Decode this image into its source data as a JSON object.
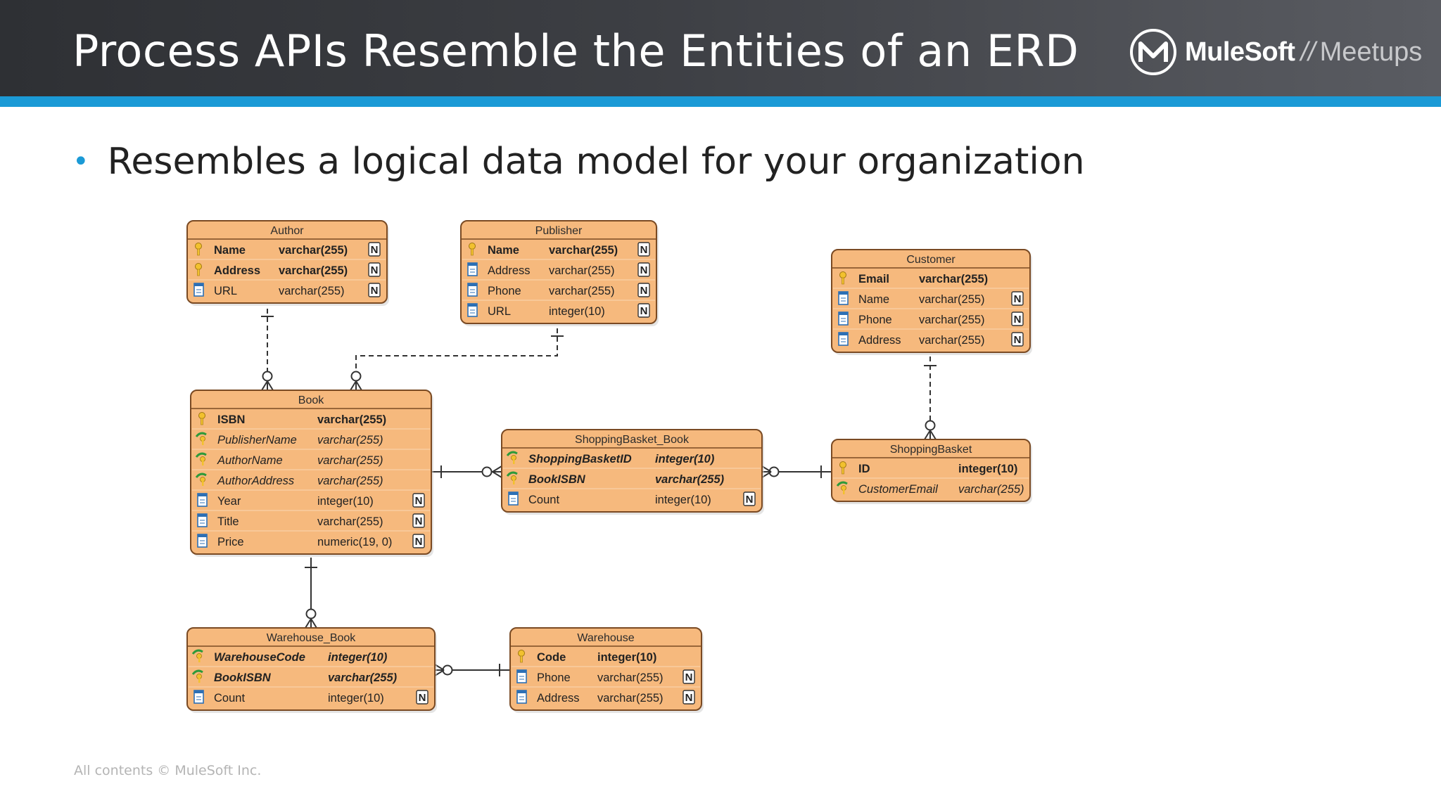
{
  "slide": {
    "title": "Process APIs Resemble the Entities of an ERD",
    "logo": {
      "brand": "MuleSoft",
      "separator": "//",
      "sub": "Meetups",
      "icon": "mulesoft-m-icon"
    },
    "bullet": "Resembles a logical data model for your organization",
    "footer": "All contents © MuleSoft Inc.",
    "colors": {
      "header": "#35373b",
      "accent": "#1b9ad6",
      "entity_fill": "#f6b97d",
      "entity_stroke": "#7a4a23"
    }
  },
  "erd": {
    "entities": [
      {
        "name": "Author",
        "columns": [
          {
            "kind": "pk",
            "name": "Name",
            "type": "varchar(255)",
            "nullable": true
          },
          {
            "kind": "pk",
            "name": "Address",
            "type": "varchar(255)",
            "nullable": true
          },
          {
            "kind": "col",
            "name": "URL",
            "type": "varchar(255)",
            "nullable": true
          }
        ]
      },
      {
        "name": "Publisher",
        "columns": [
          {
            "kind": "pk",
            "name": "Name",
            "type": "varchar(255)",
            "nullable": true
          },
          {
            "kind": "col",
            "name": "Address",
            "type": "varchar(255)",
            "nullable": true
          },
          {
            "kind": "col",
            "name": "Phone",
            "type": "varchar(255)",
            "nullable": true
          },
          {
            "kind": "col",
            "name": "URL",
            "type": "integer(10)",
            "nullable": true
          }
        ]
      },
      {
        "name": "Customer",
        "columns": [
          {
            "kind": "pk",
            "name": "Email",
            "type": "varchar(255)",
            "nullable": false
          },
          {
            "kind": "col",
            "name": "Name",
            "type": "varchar(255)",
            "nullable": true
          },
          {
            "kind": "col",
            "name": "Phone",
            "type": "varchar(255)",
            "nullable": true
          },
          {
            "kind": "col",
            "name": "Address",
            "type": "varchar(255)",
            "nullable": true
          }
        ]
      },
      {
        "name": "Book",
        "columns": [
          {
            "kind": "pk",
            "name": "ISBN",
            "type": "varchar(255)",
            "nullable": false
          },
          {
            "kind": "fk",
            "name": "PublisherName",
            "type": "varchar(255)",
            "nullable": false
          },
          {
            "kind": "fk",
            "name": "AuthorName",
            "type": "varchar(255)",
            "nullable": false
          },
          {
            "kind": "fk",
            "name": "AuthorAddress",
            "type": "varchar(255)",
            "nullable": false
          },
          {
            "kind": "col",
            "name": "Year",
            "type": "integer(10)",
            "nullable": true
          },
          {
            "kind": "col",
            "name": "Title",
            "type": "varchar(255)",
            "nullable": true
          },
          {
            "kind": "col",
            "name": "Price",
            "type": "numeric(19, 0)",
            "nullable": true
          }
        ]
      },
      {
        "name": "ShoppingBasket_Book",
        "columns": [
          {
            "kind": "pfk",
            "name": "ShoppingBasketID",
            "type": "integer(10)",
            "nullable": false
          },
          {
            "kind": "pfk",
            "name": "BookISBN",
            "type": "varchar(255)",
            "nullable": false
          },
          {
            "kind": "col",
            "name": "Count",
            "type": "integer(10)",
            "nullable": true
          }
        ]
      },
      {
        "name": "ShoppingBasket",
        "columns": [
          {
            "kind": "pk",
            "name": "ID",
            "type": "integer(10)",
            "nullable": false
          },
          {
            "kind": "fk",
            "name": "CustomerEmail",
            "type": "varchar(255)",
            "nullable": false
          }
        ]
      },
      {
        "name": "Warehouse_Book",
        "columns": [
          {
            "kind": "pfk",
            "name": "WarehouseCode",
            "type": "integer(10)",
            "nullable": false
          },
          {
            "kind": "pfk",
            "name": "BookISBN",
            "type": "varchar(255)",
            "nullable": false
          },
          {
            "kind": "col",
            "name": "Count",
            "type": "integer(10)",
            "nullable": true
          }
        ]
      },
      {
        "name": "Warehouse",
        "columns": [
          {
            "kind": "pk",
            "name": "Code",
            "type": "integer(10)",
            "nullable": false
          },
          {
            "kind": "col",
            "name": "Phone",
            "type": "varchar(255)",
            "nullable": true
          },
          {
            "kind": "col",
            "name": "Address",
            "type": "varchar(255)",
            "nullable": true
          }
        ]
      }
    ],
    "null_marker": "N",
    "relationships": [
      {
        "from": "Author",
        "to": "Book",
        "style": "dashed",
        "cardinality": "one-to-zero-or-many"
      },
      {
        "from": "Publisher",
        "to": "Book",
        "style": "dashed",
        "cardinality": "one-to-zero-or-many"
      },
      {
        "from": "Customer",
        "to": "ShoppingBasket",
        "style": "dashed",
        "cardinality": "one-to-zero-or-many"
      },
      {
        "from": "Book",
        "to": "ShoppingBasket_Book",
        "style": "solid",
        "cardinality": "one-to-zero-or-many"
      },
      {
        "from": "ShoppingBasket",
        "to": "ShoppingBasket_Book",
        "style": "solid",
        "cardinality": "one-to-zero-or-many"
      },
      {
        "from": "Book",
        "to": "Warehouse_Book",
        "style": "solid",
        "cardinality": "one-to-zero-or-many"
      },
      {
        "from": "Warehouse",
        "to": "Warehouse_Book",
        "style": "solid",
        "cardinality": "one-to-zero-or-many"
      }
    ]
  }
}
